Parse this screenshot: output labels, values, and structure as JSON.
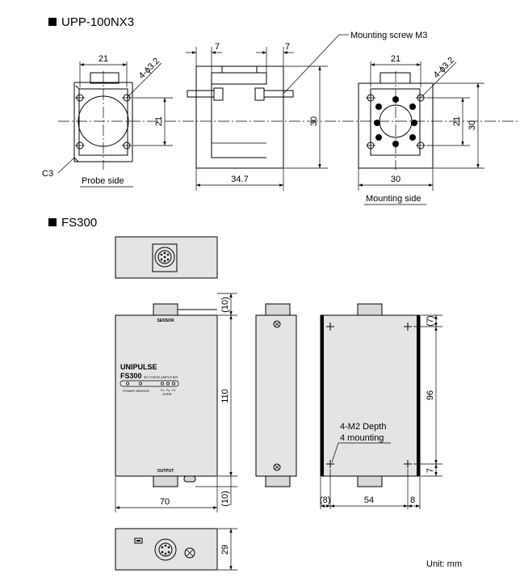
{
  "sections": {
    "upp": {
      "title": "UPP-100NX3"
    },
    "fs": {
      "title": "FS300"
    }
  },
  "upp_labels": {
    "mounting_screw": "Mounting screw M3",
    "hole_front": "4-ϕ3.2",
    "hole_back": "4-ϕ3.2",
    "chamfer": "C3",
    "probe_side": "Probe side",
    "mounting_side": "Mounting side"
  },
  "upp_dims": {
    "front_width": "21",
    "front_height": "21",
    "side_left_offset": "7",
    "side_right_offset": "7",
    "side_height": "30",
    "side_length": "34.7",
    "back_width": "21",
    "back_height_inner": "21",
    "back_height": "30",
    "back_bottom": "30"
  },
  "fs_labels": {
    "brand": "UNIPULSE",
    "model": "FS300",
    "subtitle": "3D FORCE AMPLIFIER",
    "sensor": "SENSOR",
    "output": "OUTPUT",
    "power": "POWER",
    "sensor_led": "SENSOR",
    "fx": "Fx",
    "fy": "Fy",
    "fz": "Fz",
    "oper": "OPER.",
    "depth_line1": "4-M2 Depth",
    "depth_line2": "4 mounting",
    "unit": "Unit: mm"
  },
  "fs_dims": {
    "top_10": "(10)",
    "height_110": "110",
    "bottom_10": "(10)",
    "width_70": "70",
    "depth_29": "29",
    "top_7": "(7)",
    "pitch_96": "96",
    "bottom_7": "7",
    "left_8": "(8)",
    "pitch_54": "54",
    "right_8": "8"
  }
}
